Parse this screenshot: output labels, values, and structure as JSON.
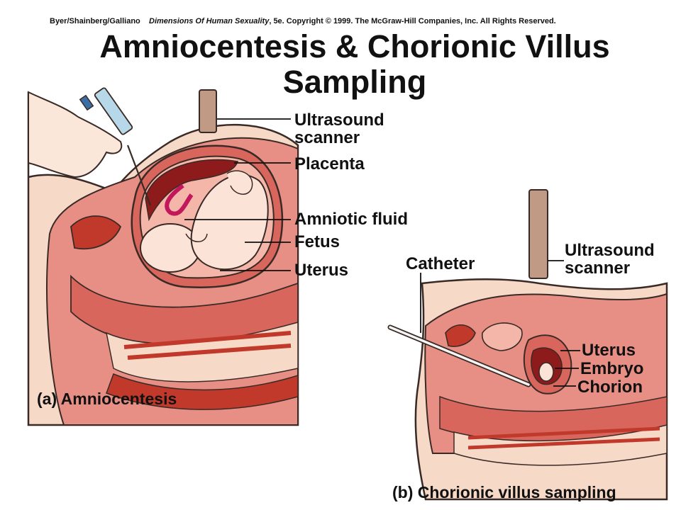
{
  "header": {
    "credit_authors": "Byer/Shainberg/Galliano",
    "credit_book": "Dimensions Of Human Sexuality",
    "credit_rest": ", 5e. Copyright © 1999. The McGraw-Hill Companies, Inc. All Rights Reserved.",
    "title_line1": "Amniocentesis & Chorionic Villus",
    "title_line2": "Sampling"
  },
  "panel_a": {
    "labels": {
      "ultrasound_scanner_1": "Ultrasound",
      "ultrasound_scanner_2": "scanner",
      "placenta": "Placenta",
      "amniotic_fluid": "Amniotic fluid",
      "fetus": "Fetus",
      "uterus": "Uterus"
    },
    "caption": "(a)  Amniocentesis"
  },
  "panel_b": {
    "labels": {
      "catheter": "Catheter",
      "ultrasound_scanner_1": "Ultrasound",
      "ultrasound_scanner_2": "scanner",
      "uterus": "Uterus",
      "embryo": "Embryo",
      "chorion": "Chorion"
    },
    "caption": "(b) Chorionic villus sampling"
  },
  "colors": {
    "skin": "#f7d9c8",
    "tissue": "#e88f85",
    "tissue_dark": "#c0392b",
    "placenta": "#8e1b1b",
    "fluid": "#f3b6a8",
    "fetus": "#fbe3d8",
    "scanner": "#c19a85"
  }
}
